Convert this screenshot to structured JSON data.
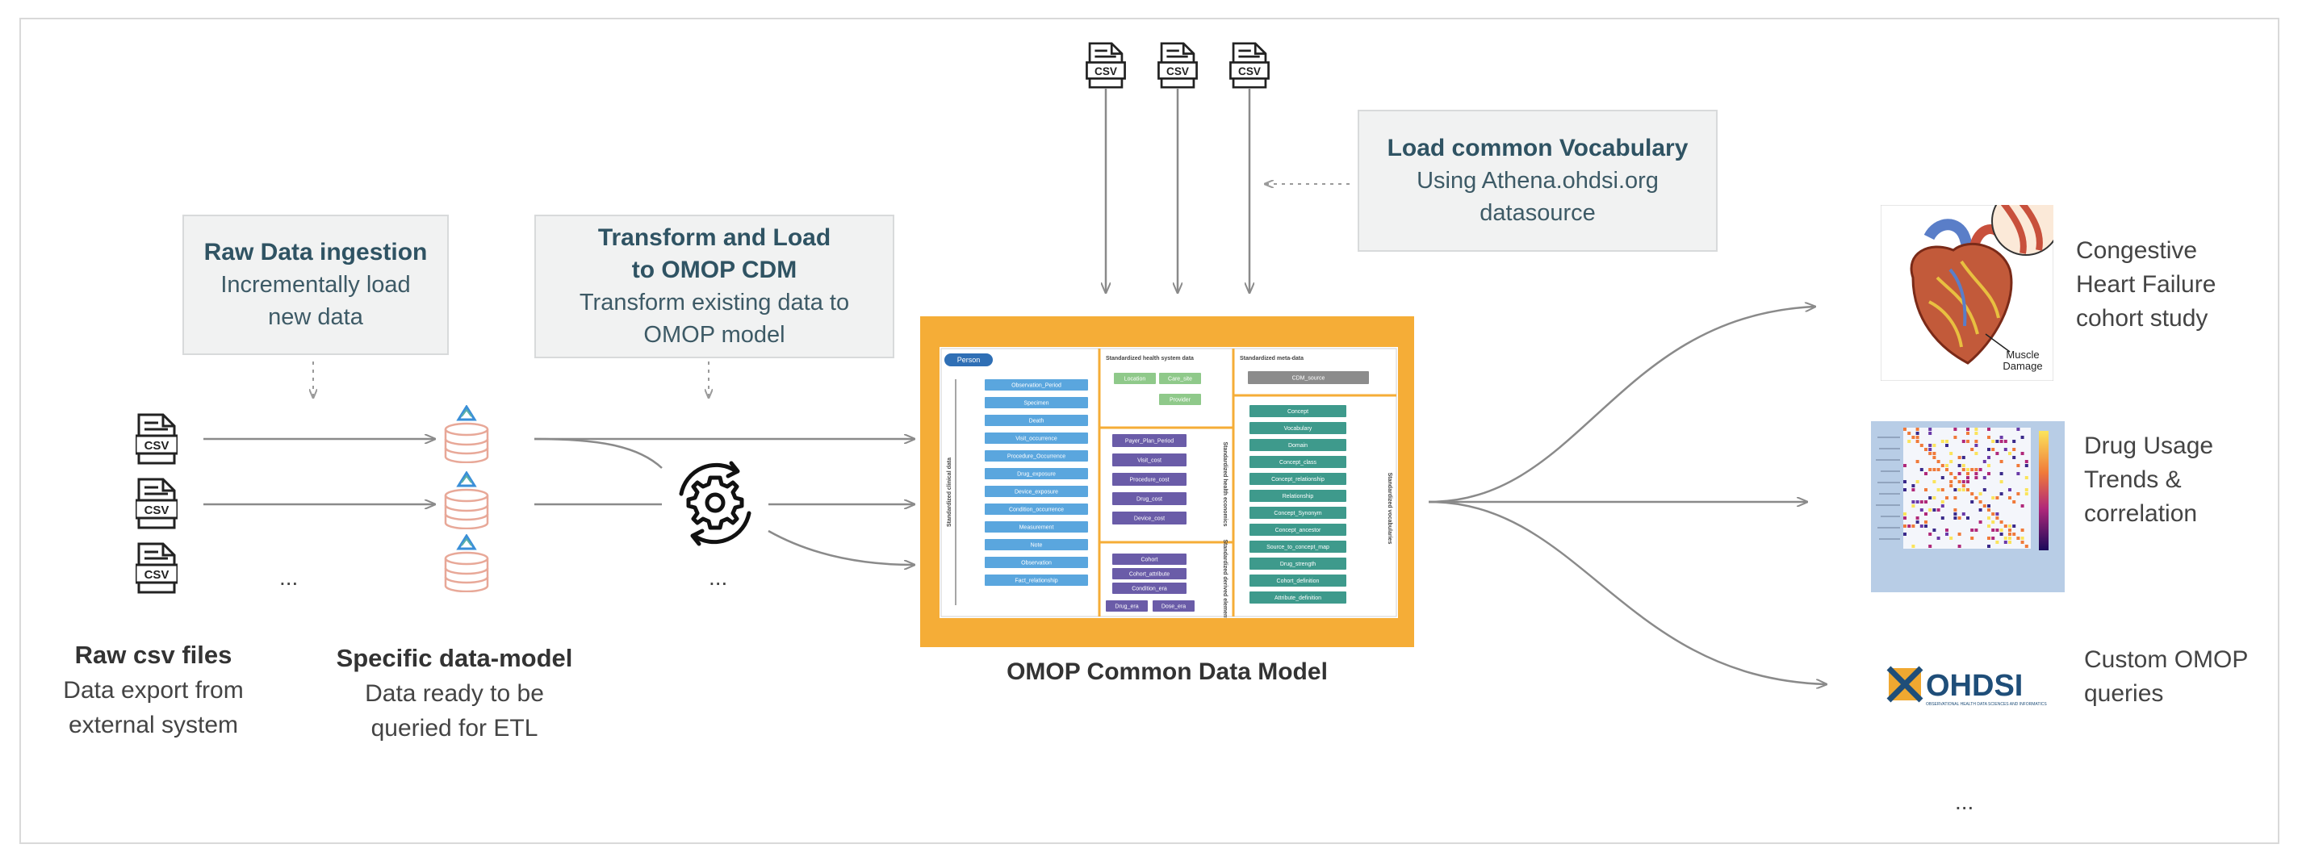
{
  "stages": {
    "raw_ingestion": {
      "title": "Raw Data ingestion",
      "line1": "Incrementally load",
      "line2": "new data"
    },
    "transform": {
      "title1": "Transform and Load",
      "title2": "to OMOP CDM",
      "line1": "Transform existing data to",
      "line2": "OMOP model"
    },
    "vocabulary": {
      "title": "Load common Vocabulary",
      "line1": "Using Athena.ohdsi.org",
      "line2": "datasource"
    }
  },
  "labels": {
    "raw_csv": {
      "title": "Raw csv files",
      "line1": "Data export from",
      "line2": "external system"
    },
    "specific_model": {
      "title": "Specific data-model",
      "line1": "Data  ready to be",
      "line2": "queried for ETL"
    },
    "omop_caption": "OMOP Common Data Model"
  },
  "csv_icon_text": "CSV",
  "ellipses": {
    "csv": "...",
    "db": "...",
    "transform": "...",
    "outputs": "..."
  },
  "outputs": {
    "chf": {
      "line1": "Congestive",
      "line2": "Heart Failure",
      "line3": "cohort study",
      "image_caption1": "Muscle",
      "image_caption2": "Damage"
    },
    "drug": {
      "line1": "Drug Usage",
      "line2": "Trends &",
      "line3": "correlation"
    },
    "custom": {
      "line1": "Custom OMOP",
      "line2": "queries",
      "logo_text": "OHDSI",
      "logo_sub": "OBSERVATIONAL HEALTH DATA SCIENCES AND INFORMATICS"
    }
  },
  "omop_diagram": {
    "person": "Person",
    "sections": {
      "health_system": "Standardized health system data",
      "meta": "Standardized meta-data",
      "clinical": "Standardized clinical data",
      "economics": "Standardized health economics",
      "derived": "Standardized derived elements",
      "vocab": "Standardized vocabularies"
    },
    "clinical_tables": [
      "Observation_Period",
      "Specimen",
      "Death",
      "Visit_occurrence",
      "Procedure_Occurrence",
      "Drug_exposure",
      "Device_exposure",
      "Condition_occurrence",
      "Measurement",
      "Note",
      "Observation",
      "Fact_relationship"
    ],
    "health_system_tables": [
      "Location",
      "Care_site",
      "Provider"
    ],
    "economics_tables": [
      "Payer_Plan_Period",
      "Visit_cost",
      "Procedure_cost",
      "Drug_cost",
      "Device_cost"
    ],
    "derived_tables": [
      "Cohort",
      "Cohort_attribute",
      "Condition_era",
      "Drug_era",
      "Dose_era"
    ],
    "meta_tables": [
      "CDM_source"
    ],
    "vocab_tables": [
      "Concept",
      "Vocabulary",
      "Domain",
      "Concept_class",
      "Concept_relationship",
      "Relationship",
      "Concept_Synonym",
      "Concept_ancestor",
      "Source_to_concept_map",
      "Drug_strength",
      "Cohort_definition",
      "Attribute_definition"
    ]
  },
  "colors": {
    "box_bg": "#f1f2f2",
    "box_title": "#2f5363",
    "omop_frame": "#f5ad37",
    "clinical": "#5aa6de",
    "economics": "#6a5ca8",
    "vocab": "#3e9a8c",
    "health_system": "#8fc98a",
    "meta": "#8c8c8c",
    "arrow": "#8a8a8a"
  }
}
